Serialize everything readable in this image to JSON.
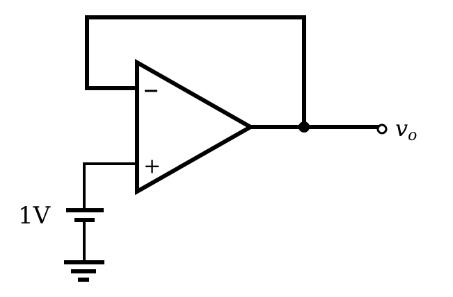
{
  "diagram": {
    "source_voltage": "1V",
    "output_label": {
      "symbol": "v",
      "subscript": "o"
    },
    "opamp": {
      "inverting_sign": "−",
      "noninverting_sign": "+"
    },
    "colors": {
      "ink": "#000000",
      "background": "#ffffff"
    }
  }
}
